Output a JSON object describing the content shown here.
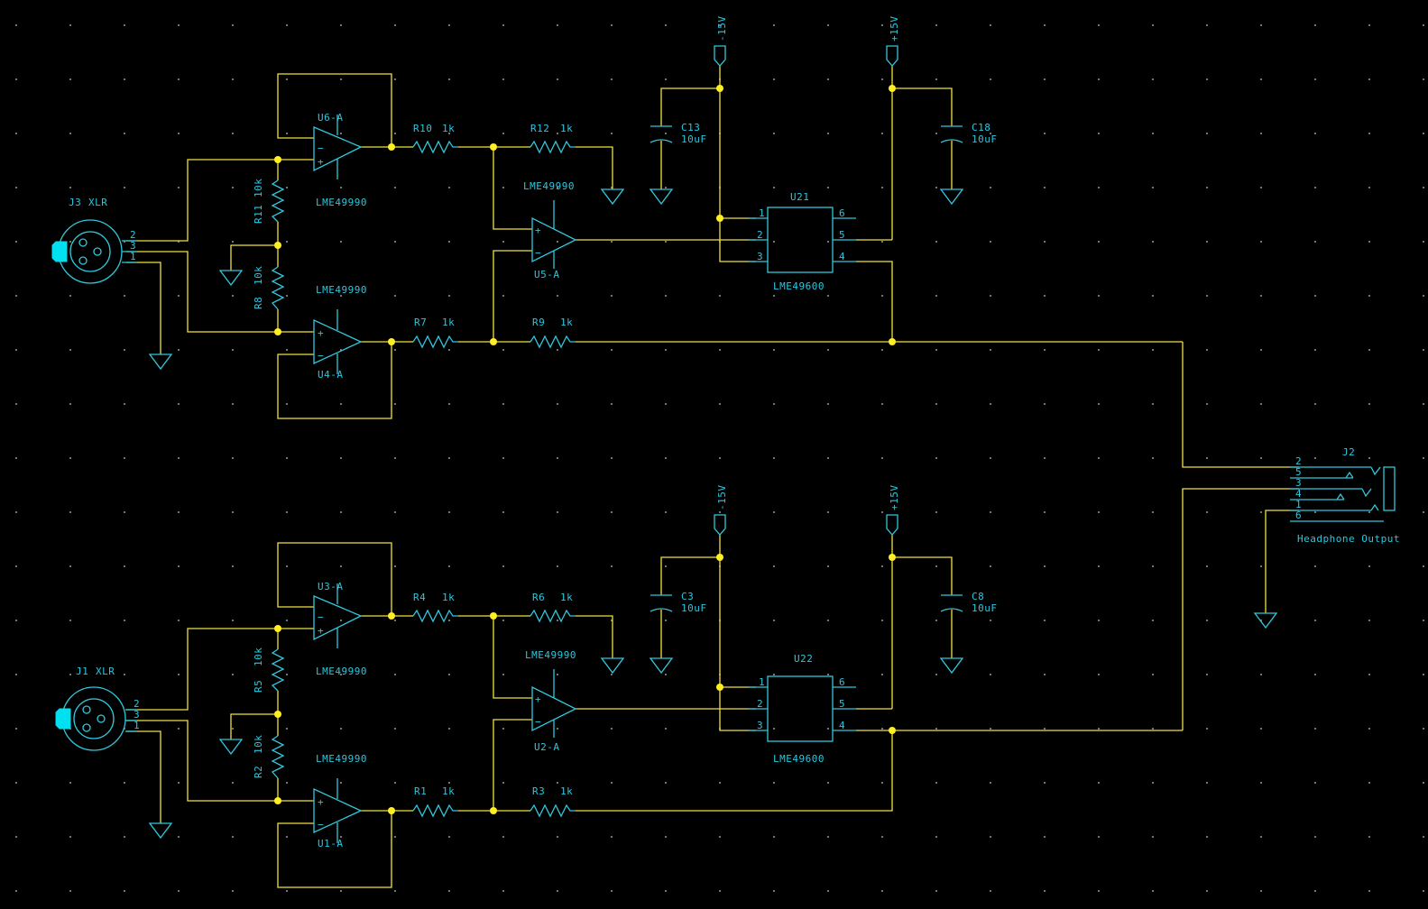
{
  "colors": {
    "background": "#000000",
    "wire": "#f0e040",
    "component": "#30c8dc",
    "text": "#28c8e0",
    "junction": "#ffee22",
    "xlr_body": "#00e0f0"
  },
  "supplies": {
    "neg": "-15V",
    "pos": "+15V"
  },
  "opamp_part": "LME49990",
  "buffer_part": "LME49600",
  "headphone": {
    "ref": "J2",
    "label": "Headphone Output",
    "pins": [
      "2",
      "5",
      "3",
      "4",
      "1",
      "6"
    ]
  },
  "channels": [
    {
      "xlr": {
        "ref": "J3",
        "label": "XLR",
        "pins": [
          "2",
          "3",
          "1"
        ]
      },
      "buf_pos": "U6-A",
      "buf_neg": "U4-A",
      "diff": "U5-A",
      "r_div_top": {
        "ref": "R11",
        "value": "10k"
      },
      "r_div_bot": {
        "ref": "R8",
        "value": "10k"
      },
      "r_in_pos": {
        "ref": "R10",
        "value": "1k"
      },
      "r_gnd": {
        "ref": "R12",
        "value": "1k"
      },
      "r_in_neg": {
        "ref": "R7",
        "value": "1k"
      },
      "r_fb": {
        "ref": "R9",
        "value": "1k"
      },
      "c_neg": {
        "ref": "C13",
        "value": "10uF"
      },
      "c_pos": {
        "ref": "C18",
        "value": "10uF"
      },
      "buffer": {
        "ref": "U21",
        "pins": [
          "1",
          "2",
          "3",
          "6",
          "5",
          "4"
        ]
      }
    },
    {
      "xlr": {
        "ref": "J1",
        "label": "XLR",
        "pins": [
          "2",
          "3",
          "1"
        ]
      },
      "buf_pos": "U3-A",
      "buf_neg": "U1-A",
      "diff": "U2-A",
      "r_div_top": {
        "ref": "R5",
        "value": "10k"
      },
      "r_div_bot": {
        "ref": "R2",
        "value": "10k"
      },
      "r_in_pos": {
        "ref": "R4",
        "value": "1k"
      },
      "r_gnd": {
        "ref": "R6",
        "value": "1k"
      },
      "r_in_neg": {
        "ref": "R1",
        "value": "1k"
      },
      "r_fb": {
        "ref": "R3",
        "value": "1k"
      },
      "c_neg": {
        "ref": "C3",
        "value": "10uF"
      },
      "c_pos": {
        "ref": "C8",
        "value": "10uF"
      },
      "buffer": {
        "ref": "U22",
        "pins": [
          "1",
          "2",
          "3",
          "6",
          "5",
          "4"
        ]
      }
    }
  ]
}
